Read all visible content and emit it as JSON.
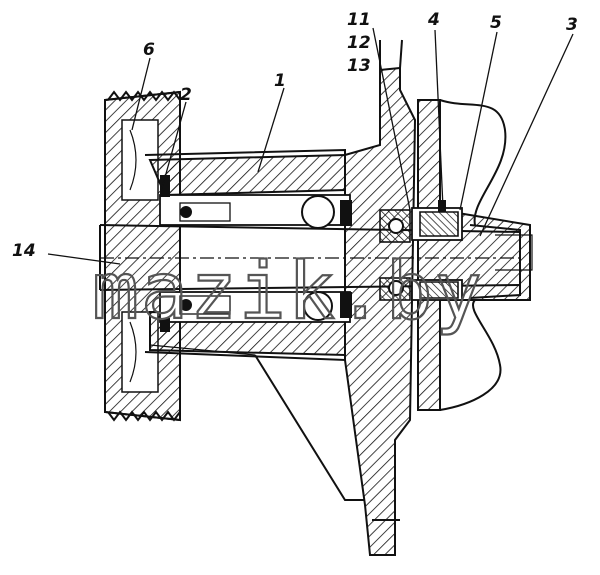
{
  "diagram": {
    "callouts": [
      {
        "id": "c1",
        "text": "1"
      },
      {
        "id": "c2",
        "text": "2"
      },
      {
        "id": "c3",
        "text": "3"
      },
      {
        "id": "c4",
        "text": "4"
      },
      {
        "id": "c5",
        "text": "5"
      },
      {
        "id": "c6",
        "text": "6"
      },
      {
        "id": "c11",
        "text": "11"
      },
      {
        "id": "c12",
        "text": "12"
      },
      {
        "id": "c13",
        "text": "13"
      },
      {
        "id": "c14",
        "text": "14"
      }
    ],
    "watermark": "mazik.by",
    "colors": {
      "ink": "#111111",
      "paper": "#ffffff",
      "watermark": "#555555"
    }
  }
}
